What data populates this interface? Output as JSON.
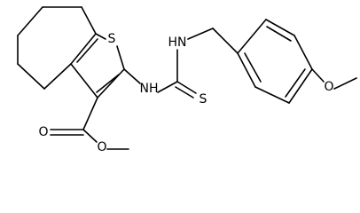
{
  "molecule": {
    "atoms": {
      "ring_S": "S",
      "amine_NH_1": "NH",
      "amine_NH_2": "HN",
      "thione_S": "S",
      "ester_O_carbonyl": "O",
      "ester_O_ether": "O",
      "methoxy_O": "O"
    }
  },
  "colors": {
    "bond": "#000000",
    "label": "#000000",
    "background": "#ffffff"
  }
}
